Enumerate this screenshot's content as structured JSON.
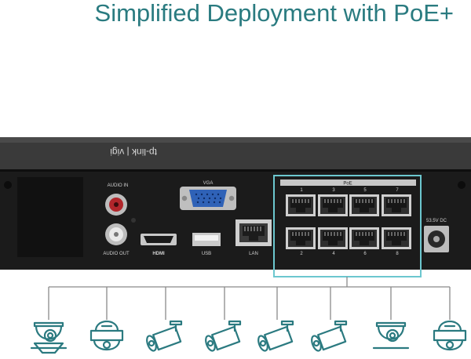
{
  "headline": "Simplified Deployment with PoE+",
  "device": {
    "brand_text": "tp-link | vigi",
    "ports": {
      "audio_in": "AUDIO IN",
      "audio_out": "AUDIO OUT",
      "vga": "VGA",
      "hdmi": "HDMI",
      "usb": "USB",
      "lan": "LAN",
      "poe": "PoE",
      "dc": "53.5V DC"
    },
    "poe_numbers_top": [
      "1",
      "3",
      "5",
      "7"
    ],
    "poe_numbers_bottom": [
      "2",
      "4",
      "6",
      "8"
    ]
  },
  "colors": {
    "accent": "#2a7b80",
    "highlight": "#6cc7cf",
    "chassis": "#1a1a1a",
    "icon_stroke": "#2b7a80"
  },
  "cameras": [
    "dome-camera-icon",
    "ptz-dome-camera-icon",
    "bullet-camera-icon",
    "bullet-camera-icon",
    "bullet-camera-icon",
    "bullet-camera-icon",
    "dome-camera-icon",
    "ptz-dome-camera-icon"
  ]
}
